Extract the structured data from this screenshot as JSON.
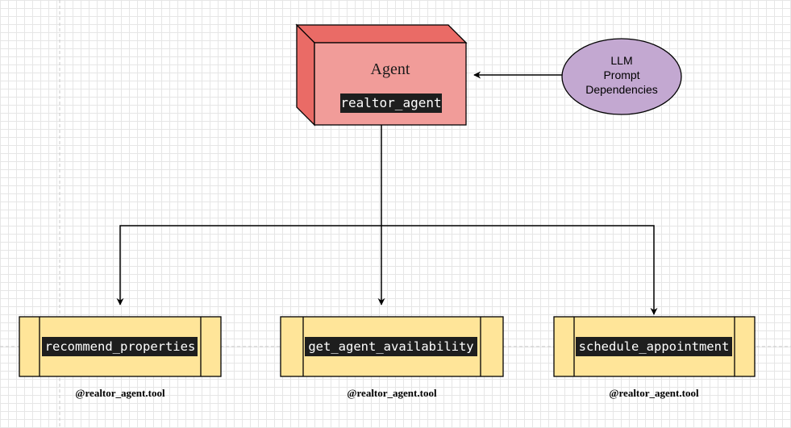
{
  "agent": {
    "title": "Agent",
    "name": "realtor_agent"
  },
  "config": {
    "lines": [
      "LLM",
      "Prompt",
      "Dependencies"
    ]
  },
  "tools": [
    {
      "name": "recommend_properties",
      "decorator": "@realtor_agent.tool"
    },
    {
      "name": "get_agent_availability",
      "decorator": "@realtor_agent.tool"
    },
    {
      "name": "schedule_appointment",
      "decorator": "@realtor_agent.tool"
    }
  ],
  "colors": {
    "agent_fill": "#f19c99",
    "agent_side": "#ea6b66",
    "tool_fill": "#ffe599",
    "config_fill": "#c3a8d1",
    "label_bg": "#1e1e1e",
    "label_text": "#ffffff",
    "stroke": "#000000"
  }
}
